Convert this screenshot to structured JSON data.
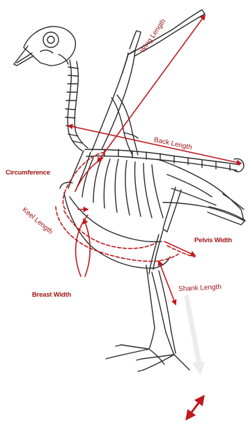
{
  "labels": {
    "wing_length": "Wing Length",
    "back_length": "Back Length",
    "circumference": "Circumference",
    "keel_length": "Keel Length",
    "pelvis_width": "Pelvis Width",
    "breast_width": "Breast Width",
    "shank_length": "Shank Length"
  },
  "colors": {
    "measurement": "#c0181c",
    "skeleton": "#2a2a2a",
    "ghost_arrow": "#e8e8e8"
  }
}
